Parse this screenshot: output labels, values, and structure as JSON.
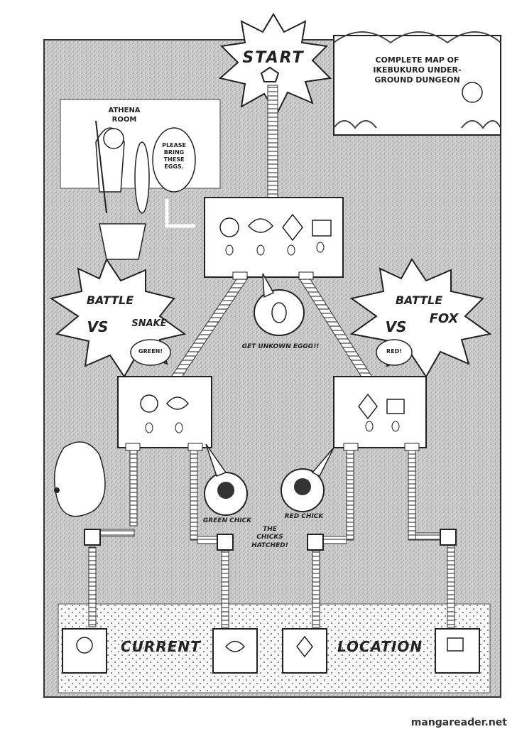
{
  "title": "COMPLETE MAP OF IKEBUKURO UNDER-GROUND DUNGEON",
  "start_label": "START",
  "athena_room": {
    "label": "ATHENA ROOM",
    "speech": "PLEASE BRING THESE EGGS."
  },
  "battles": [
    {
      "battle": "BATTLE",
      "vs": "VS",
      "enemy": "SNAKE",
      "result": "GREEN!"
    },
    {
      "battle": "BATTLE",
      "vs": "VS",
      "enemy": "FOX",
      "result": "RED!"
    }
  ],
  "captions": {
    "unknown_egg": "GET UNKOWN EGGG!!",
    "green_chick": "GREEN CHICK",
    "red_chick": "RED CHICK",
    "hatched": "THE CHICKS HATCHED!"
  },
  "footer": {
    "current": "CURRENT",
    "location": "LOCATION"
  },
  "watermark": "mangareader.net"
}
